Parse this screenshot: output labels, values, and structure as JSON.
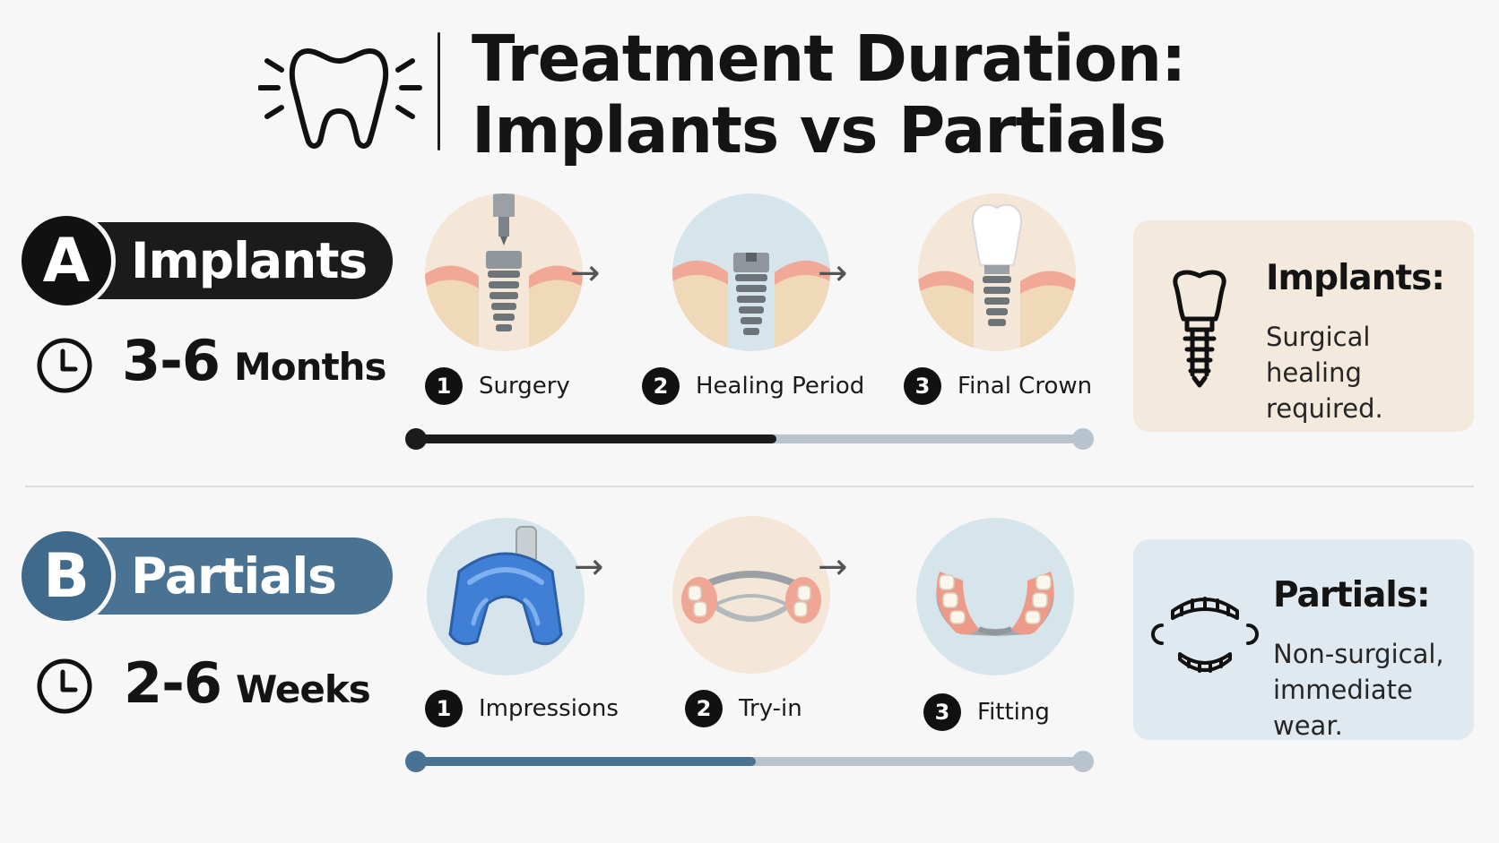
{
  "header": {
    "title": "Treatment Duration: Implants vs Partials",
    "icon": "tooth-icon"
  },
  "sections": [
    {
      "letter": "A",
      "name": "Implants",
      "duration_value": "3-6",
      "duration_unit": "Months",
      "accent": "#1b1b1b",
      "progress": 0.54,
      "steps": [
        {
          "number": "1",
          "label": "Surgery",
          "icon": "implant-drill-icon"
        },
        {
          "number": "2",
          "label": "Healing Period",
          "icon": "implant-post-icon"
        },
        {
          "number": "3",
          "label": "Final Crown",
          "icon": "implant-crown-icon"
        }
      ],
      "card": {
        "title": "Implants:",
        "text": "Surgical healing required.",
        "icon": "implant-icon",
        "background": "#f3e9dc"
      }
    },
    {
      "letter": "B",
      "name": "Partials",
      "duration_value": "2-6",
      "duration_unit": "Weeks",
      "accent": "#4a7393",
      "progress": 0.51,
      "steps": [
        {
          "number": "1",
          "label": "Impressions",
          "icon": "impression-tray-icon"
        },
        {
          "number": "2",
          "label": "Try-in",
          "icon": "partial-frame-icon"
        },
        {
          "number": "3",
          "label": "Fitting",
          "icon": "partial-denture-icon"
        }
      ],
      "card": {
        "title": "Partials:",
        "text": "Non-surgical, immediate wear.",
        "icon": "dental-arch-icon",
        "background": "#dfe9ef"
      }
    }
  ]
}
